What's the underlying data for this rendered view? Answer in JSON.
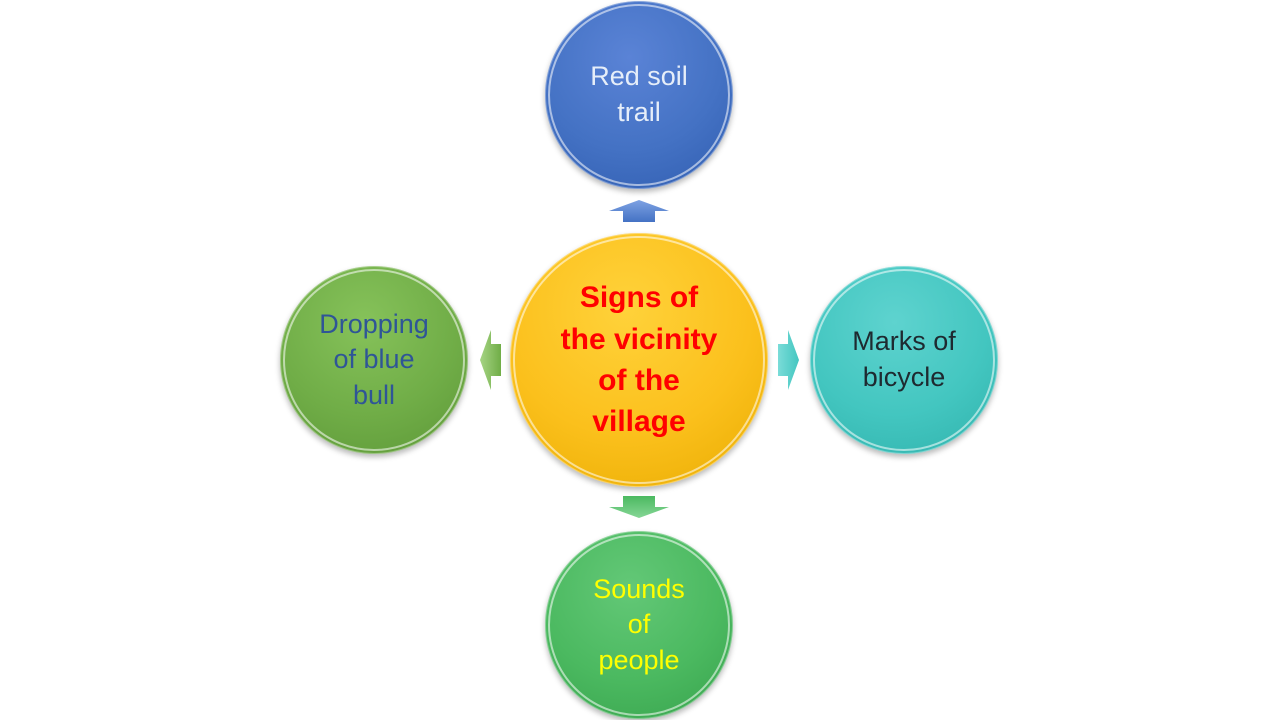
{
  "diagram": {
    "center": {
      "label": "Signs of\nthe vicinity\nof the\nvillage",
      "text_color": "#ff0000"
    },
    "nodes": {
      "top": {
        "label": "Red soil\ntrail",
        "text_color": "#e6eef9"
      },
      "right": {
        "label": "Marks of\nbicycle",
        "text_color": "#1e2a30"
      },
      "bottom": {
        "label": "Sounds\nof\npeople",
        "text_color": "#ffff00"
      },
      "left": {
        "label": "Dropping\nof blue\nbull",
        "text_color": "#2f5597"
      }
    },
    "colors": {
      "center_fill": "#fbc01c",
      "top_fill": "#4472c4",
      "right_fill": "#43c6c0",
      "bottom_fill": "#4bb960",
      "left_fill": "#70ad47"
    }
  }
}
